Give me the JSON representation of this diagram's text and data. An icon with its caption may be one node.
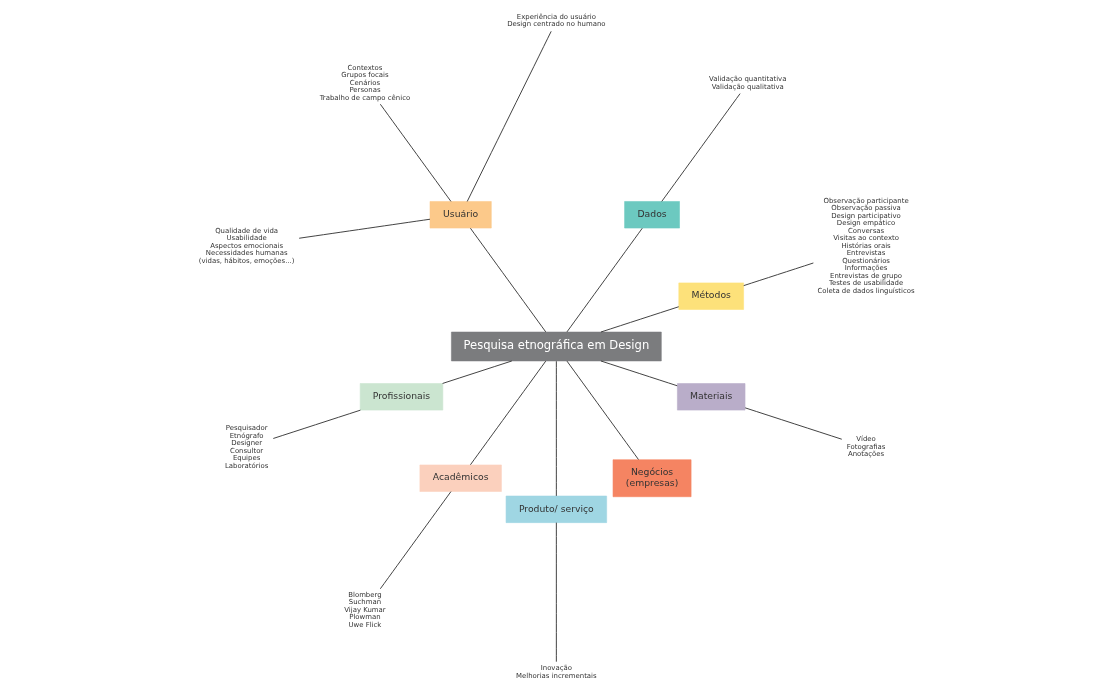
{
  "diagram": {
    "nodes": [
      {
        "text": [
          "Pesquisa etnográfica em Design"
        ]
      },
      {
        "text": [
          "Métodos"
        ]
      },
      {
        "text": [
          "Observação participante",
          "Observação passiva",
          "Design participativo",
          "Design empático",
          "Conversas",
          "Visitas ao contexto",
          "Histórias orais",
          "Entrevistas",
          "Questionários",
          "Informações",
          "Entrevistas de grupo",
          "Testes de usabilidade",
          "Coleta de dados linguísticos"
        ]
      },
      {
        "text": [
          "Dados"
        ]
      },
      {
        "text": [
          "Validação quantitativa",
          "Validação qualitativa"
        ]
      },
      {
        "text": [
          "Usuário"
        ]
      },
      {
        "text": [
          "Experiência do usuário",
          "Design centrado no humano"
        ]
      },
      {
        "text": [
          "Contextos",
          "Grupos focais",
          "Cenários",
          "Personas",
          "Trabalho de campo cênico"
        ]
      },
      {
        "text": [
          "Qualidade de vida",
          "Usabilidade",
          "Aspectos emocionais",
          "Necessidades humanas",
          "(vidas, hábitos, emoções...)"
        ]
      },
      {
        "text": [
          "Profissionais"
        ]
      },
      {
        "text": [
          "Pesquisador",
          "Etnógrafo",
          "Designer",
          "Consultor",
          "Equipes",
          "Laboratórios"
        ]
      },
      {
        "text": [
          "Acadêmicos"
        ]
      },
      {
        "text": [
          "Blomberg",
          "Suchman",
          "Vijay Kumar",
          "Plowman",
          "Uwe Flick"
        ]
      },
      {
        "text": [
          "Produto/ serviço"
        ]
      },
      {
        "text": [
          "Inovação",
          "Melhorias incrementais"
        ]
      },
      {
        "text": [
          "Negócios",
          "(empresas)"
        ]
      },
      {
        "text": [
          "Materiais"
        ]
      },
      {
        "text": [
          "Vídeo",
          "Fotografias",
          "Anotações"
        ]
      }
    ],
    "edges": [
      {
        "from": 0,
        "to": 1,
        "arrow": "none"
      },
      {
        "from": 1,
        "to": 2,
        "arrow": "none"
      },
      {
        "from": 0,
        "to": 3,
        "arrow": "none"
      },
      {
        "from": 3,
        "to": 4,
        "arrow": "none"
      },
      {
        "from": 0,
        "to": 5,
        "arrow": "none"
      },
      {
        "from": 5,
        "to": 6,
        "arrow": "none"
      },
      {
        "from": 5,
        "to": 7,
        "arrow": "none"
      },
      {
        "from": 5,
        "to": 8,
        "arrow": "none"
      },
      {
        "from": 0,
        "to": 9,
        "arrow": "none"
      },
      {
        "from": 9,
        "to": 10,
        "arrow": "none"
      },
      {
        "from": 0,
        "to": 11,
        "arrow": "none"
      },
      {
        "from": 11,
        "to": 12,
        "arrow": "none"
      },
      {
        "from": 0,
        "to": 13,
        "arrow": "none"
      },
      {
        "from": 13,
        "to": 14,
        "arrow": "none"
      },
      {
        "from": 0,
        "to": 15,
        "arrow": "none"
      },
      {
        "from": 0,
        "to": 16,
        "arrow": "none"
      },
      {
        "from": 16,
        "to": 17,
        "arrow": "none"
      }
    ]
  }
}
